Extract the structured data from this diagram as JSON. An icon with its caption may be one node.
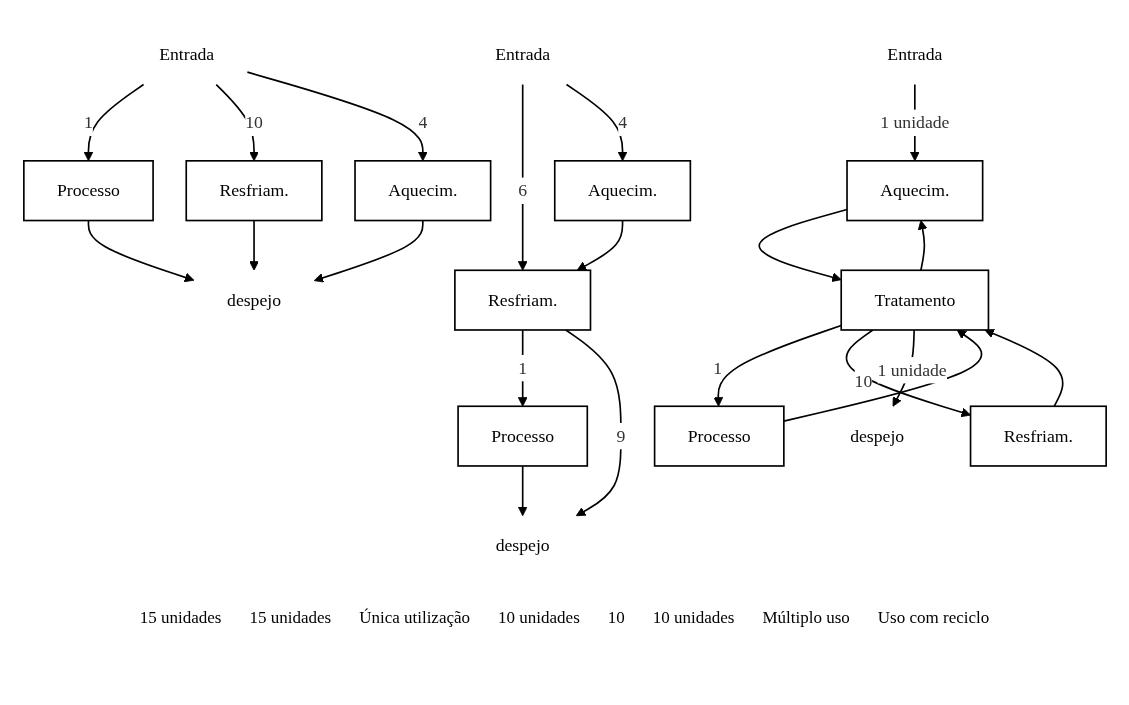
{
  "diagram": {
    "nodes": [
      {
        "text": [
          "Entrada"
        ]
      },
      {
        "text": [
          "Processo"
        ]
      },
      {
        "text": [
          "Resfriam."
        ]
      },
      {
        "text": [
          "Aquecim."
        ]
      },
      {
        "text": [
          "despejo"
        ]
      },
      {
        "text": [
          "Entrada"
        ]
      },
      {
        "text": [
          "Processo"
        ]
      },
      {
        "text": [
          "Resfriam."
        ]
      },
      {
        "text": [
          "Aquecim."
        ]
      },
      {
        "text": [
          "despejo"
        ]
      },
      {
        "text": [
          "Entrada"
        ]
      },
      {
        "text": [
          "Processo"
        ]
      },
      {
        "text": [
          "Resfriam."
        ]
      },
      {
        "text": [
          "Aquecim."
        ]
      },
      {
        "text": [
          "Tratamento"
        ]
      },
      {
        "text": [
          "despejo"
        ]
      }
    ],
    "edges": [
      {
        "from": 0,
        "to": 1,
        "arrow": "to",
        "label": "1"
      },
      {
        "from": 0,
        "to": 2,
        "arrow": "to",
        "label": "10"
      },
      {
        "from": 0,
        "to": 3,
        "arrow": "to",
        "label": "4"
      },
      {
        "from": 1,
        "to": 4,
        "arrow": "to"
      },
      {
        "from": 2,
        "to": 4,
        "arrow": "to"
      },
      {
        "from": 3,
        "to": 4,
        "arrow": "to"
      },
      {
        "from": 5,
        "to": 7,
        "arrow": "to",
        "label": "6"
      },
      {
        "from": 5,
        "to": 8,
        "arrow": "to",
        "label": "4"
      },
      {
        "from": 8,
        "to": 7,
        "arrow": "to"
      },
      {
        "from": 7,
        "to": 6,
        "arrow": "to",
        "label": "1"
      },
      {
        "from": 7,
        "to": 9,
        "arrow": "to",
        "label": "9"
      },
      {
        "from": 6,
        "to": 9,
        "arrow": "to"
      },
      {
        "from": 10,
        "to": 13,
        "arrow": "to",
        "label": "1 unidade"
      },
      {
        "from": 14,
        "to": 11,
        "arrow": "to",
        "label": "1"
      },
      {
        "from": 14,
        "to": 12,
        "arrow": "to",
        "label": "10"
      },
      {
        "from": 14,
        "to": 13,
        "arrow": "to"
      },
      {
        "from": 11,
        "to": 14,
        "arrow": "to"
      },
      {
        "from": 12,
        "to": 14,
        "arrow": "to"
      },
      {
        "from": 13,
        "to": 14,
        "arrow": "to"
      },
      {
        "from": 14,
        "to": 15,
        "arrow": "to",
        "label": "1 unidade"
      }
    ],
    "labels": [
      "15 unidades",
      "15 unidades",
      "Única utilização",
      "10 unidades",
      "10",
      "10 unidades",
      "Múltiplo uso",
      "Uso com reciclo"
    ]
  }
}
